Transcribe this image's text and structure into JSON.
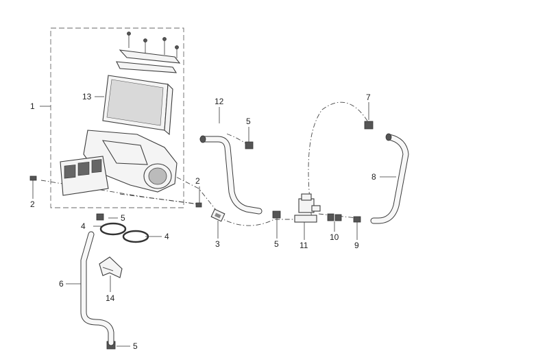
{
  "callouts": [
    {
      "id": "c1",
      "text": "1"
    },
    {
      "id": "c2a",
      "text": "2"
    },
    {
      "id": "c2b",
      "text": "2"
    },
    {
      "id": "c3",
      "text": "3"
    },
    {
      "id": "c4a",
      "text": "4"
    },
    {
      "id": "c4b",
      "text": "4"
    },
    {
      "id": "c5a",
      "text": "5"
    },
    {
      "id": "c5b",
      "text": "5"
    },
    {
      "id": "c5c",
      "text": "5"
    },
    {
      "id": "c5d",
      "text": "5"
    },
    {
      "id": "c6",
      "text": "6"
    },
    {
      "id": "c7",
      "text": "7"
    },
    {
      "id": "c8",
      "text": "8"
    },
    {
      "id": "c9",
      "text": "9"
    },
    {
      "id": "c10",
      "text": "10"
    },
    {
      "id": "c11",
      "text": "11"
    },
    {
      "id": "c12",
      "text": "12"
    },
    {
      "id": "c13",
      "text": "13"
    },
    {
      "id": "c14",
      "text": "14"
    }
  ]
}
